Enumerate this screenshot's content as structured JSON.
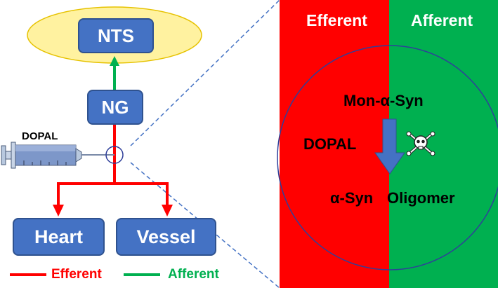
{
  "left": {
    "nts": "NTS",
    "ng": "NG",
    "heart": "Heart",
    "vessel": "Vessel",
    "syringe_label": "DOPAL"
  },
  "legend": {
    "efferent": "Efferent",
    "afferent": "Afferent"
  },
  "right": {
    "efferent_header": "Efferent",
    "afferent_header": "Afferent",
    "mon_syn": "Mon-α-Syn",
    "dopal": "DOPAL",
    "syn": "α-Syn",
    "oligomer": "Oligomer"
  },
  "colors": {
    "efferent": "#ff0000",
    "afferent": "#00b050",
    "box": "#4472c4",
    "ellipse": "#fff2a0",
    "arrow": "#4472c4"
  }
}
